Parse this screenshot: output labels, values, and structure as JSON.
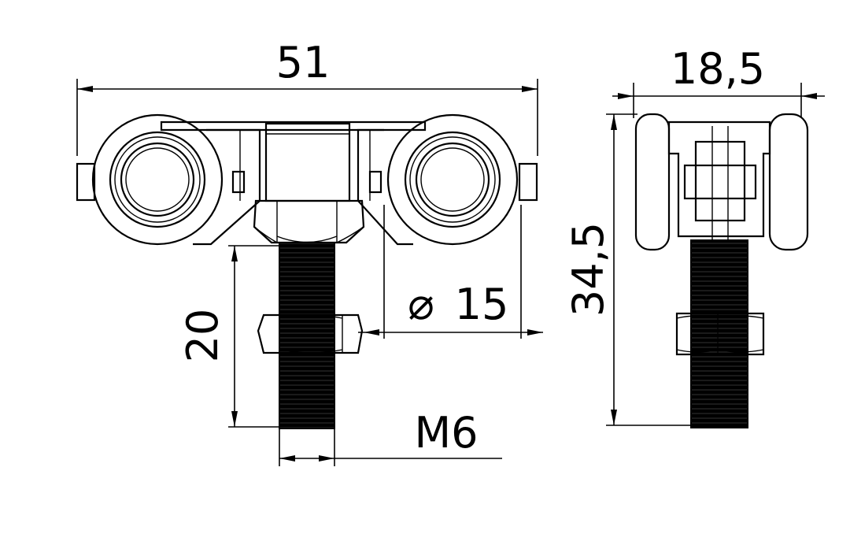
{
  "dimensions": {
    "overall_width": "51",
    "side_width": "18,5",
    "height": "34,5",
    "thread_length": "20",
    "wheel_diameter": "15",
    "thread_size": "M6"
  },
  "symbols": {
    "diameter": "⌀"
  },
  "colors": {
    "line": "#000000",
    "background": "#ffffff"
  }
}
